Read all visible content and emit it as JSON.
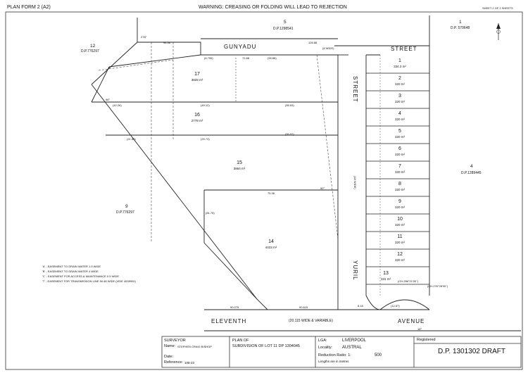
{
  "header": {
    "form": "PLAN FORM 2 (A2)",
    "warning": "WARNING: CREASING OR FOLDING WILL LEAD TO REJECTION",
    "sheet": "SHEET 2 OF 2 SHEETS"
  },
  "adjoining": {
    "dp_5_num": "5",
    "dp_5": "D.P.1298541",
    "dp_1_num": "1",
    "dp_1": "D.P. 570648",
    "dp_12_num": "12",
    "dp_12": "D.P.776297",
    "dp_9_num": "9",
    "dp_9": "D.P.776297",
    "dp_4_num": "4",
    "dp_4": "D.P.1289445"
  },
  "roads": {
    "gunyadu": "GUNYADU",
    "gunyadu_width": "(8 WIDE)",
    "street_top": "STREET",
    "street_vert": "STREET",
    "yuril": "YURIL",
    "yuril_width": "(18 WIDE)",
    "eleventh": "ELEVENTH",
    "avenue": "AVENUE",
    "eleventh_width": "(20.115 WIDE & VARIABLE)"
  },
  "big_lots": [
    {
      "num": "17",
      "area": "3828 m²"
    },
    {
      "num": "16",
      "area": "2778 m²"
    },
    {
      "num": "15",
      "area": "3864 m²"
    },
    {
      "num": "14",
      "area": "4423 m²"
    }
  ],
  "small_lots": [
    {
      "num": "1",
      "area": "334.3 m²"
    },
    {
      "num": "2",
      "area": "320 m²"
    },
    {
      "num": "3",
      "area": "320 m²"
    },
    {
      "num": "4",
      "area": "320 m²"
    },
    {
      "num": "5",
      "area": "320 m²"
    },
    {
      "num": "6",
      "area": "320 m²"
    },
    {
      "num": "7",
      "area": "320 m²"
    },
    {
      "num": "8",
      "area": "320 m²"
    },
    {
      "num": "9",
      "area": "320 m²"
    },
    {
      "num": "10",
      "area": "320 m²"
    },
    {
      "num": "11",
      "area": "320 m²"
    },
    {
      "num": "12",
      "area": "320 m²"
    },
    {
      "num": "13",
      "area": "331 m²"
    }
  ],
  "legend": [
    "'A'   - EASEMENT TO DRAIN WATER 1.5 WIDE",
    "'B'   - EASEMENT TO DRAIN WATER 4 WIDE",
    "'C'   - EASEMENT FOR ACCESS & MAINTENANCE 0.9 WIDE",
    "'T'   - EASEMENT FOR TRANSMISSION LINE 50.48 WIDE (VIDE 4539951)"
  ],
  "dims": {
    "top_278": "278°",
    "top_9456": "94.56",
    "top_6": "126.88",
    "d_1": "72.88",
    "d_2": "(99.88)",
    "d_3": "(6.795)",
    "r_96": "96°",
    "r_942": "(42.26)",
    "r_9412": "(49.12)",
    "r_5553": "(55.53)",
    "r_2185": "(21.85)",
    "r_2973": "(29.73)",
    "r_5597": "(55.97)",
    "r_75": "75.38",
    "r_8175": "(81.75)",
    "r_9075": "90.075",
    "r_9461": "90.615",
    "r_50": "50°",
    "r_18": "18°",
    "r_8": "8.18",
    "c_1": "(CH.286°21'00\")",
    "c_2": "(CH.276°28'00\")",
    "c_3": "(12.67)"
  },
  "title_block": {
    "surveyor_label": "SURVEYOR",
    "name_label": "Name:",
    "name": "STEPHEN CRAIG BISHOP",
    "date_label": "Date:",
    "reference_label": "Reference:",
    "reference": "108-23",
    "plan_of": "PLAN OF",
    "subdivision": "SUBDIVISION OF LOT 11 DP 1304045",
    "lga_label": "LGA:",
    "lga": "LIVERPOOL",
    "locality_label": "Locality:",
    "locality": "AUSTRAL",
    "ratio_label": "Reduction Ratio: 1:",
    "ratio": "500",
    "lengths": "Lengths are in metres",
    "registered": "Registered",
    "dp": "D.P.  1301302 DRAFT"
  }
}
